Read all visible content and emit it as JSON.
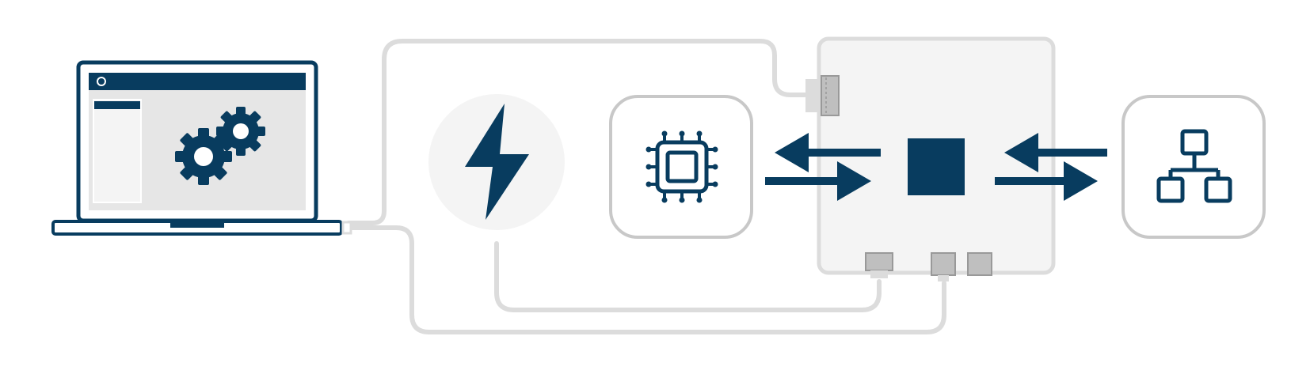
{
  "colors": {
    "navy": "#083c5f",
    "cable": "#dcdcdc",
    "box_stroke": "#c8c8c8",
    "panel_fill": "#f4f4f4",
    "port_fill": "#bfbfbf",
    "screen_fill": "#e6e6e6"
  },
  "nodes": {
    "laptop": {
      "icon": "laptop-gears-icon"
    },
    "power": {
      "icon": "lightning-bolt-icon"
    },
    "processor": {
      "icon": "cpu-chip-icon"
    },
    "device_board": {
      "icon": "device-board"
    },
    "core_chip": {
      "icon": "square-chip-icon"
    },
    "network": {
      "icon": "network-hierarchy-icon"
    }
  },
  "connections": [
    {
      "from": "processor",
      "to": "core_chip",
      "direction": "bidirectional"
    },
    {
      "from": "core_chip",
      "to": "network",
      "direction": "bidirectional"
    },
    {
      "from": "laptop",
      "to": "device_board",
      "type": "cable"
    },
    {
      "from": "power",
      "to": "device_board",
      "type": "cable"
    }
  ]
}
